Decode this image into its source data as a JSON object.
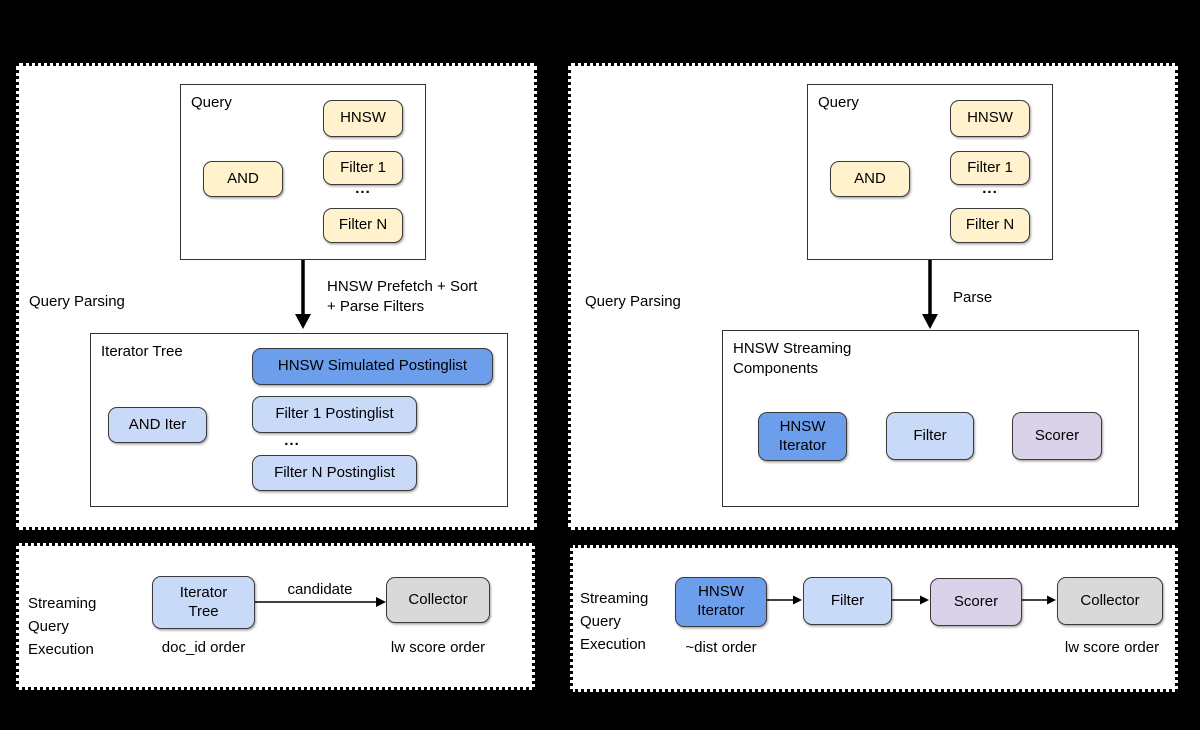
{
  "colors": {
    "background": "#000000",
    "panel": "#ffffff",
    "cream": "#fff2cc",
    "dark_blue": "#6d9eeb",
    "light_blue": "#c9daf8",
    "purple": "#d9d2e9",
    "gray": "#d9d9d9"
  },
  "top_left": {
    "stage_label": "Query Parsing",
    "query": {
      "title": "Query",
      "root": "AND",
      "child1": "HNSW",
      "child2": "Filter 1",
      "ellipsis": "...",
      "child3": "Filter N"
    },
    "transition_label": "HNSW Prefetch + Sort\n+ Parse Filters",
    "tree": {
      "title": "Iterator Tree",
      "root": "AND Iter",
      "child1": "HNSW Simulated Postinglist",
      "child2": "Filter 1 Postinglist",
      "ellipsis": "...",
      "child3": "Filter N Postinglist"
    }
  },
  "top_right": {
    "stage_label": "Query Parsing",
    "query": {
      "title": "Query",
      "root": "AND",
      "child1": "HNSW",
      "child2": "Filter 1",
      "ellipsis": "...",
      "child3": "Filter N"
    },
    "transition_label": "Parse",
    "components": {
      "title": "HNSW Streaming\nComponents",
      "item1": "HNSW\nIterator",
      "item2": "Filter",
      "item3": "Scorer"
    }
  },
  "bottom_left": {
    "stage_label": "Streaming\nQuery\nExecution",
    "node1": "Iterator\nTree",
    "edge_label": "candidate",
    "node2": "Collector",
    "order1": "doc_id order",
    "order2": "lw score order"
  },
  "bottom_right": {
    "stage_label": "Streaming\nQuery\nExecution",
    "node1": "HNSW\nIterator",
    "node2": "Filter",
    "node3": "Scorer",
    "node4": "Collector",
    "order1": "~dist order",
    "order2": "lw score order"
  }
}
